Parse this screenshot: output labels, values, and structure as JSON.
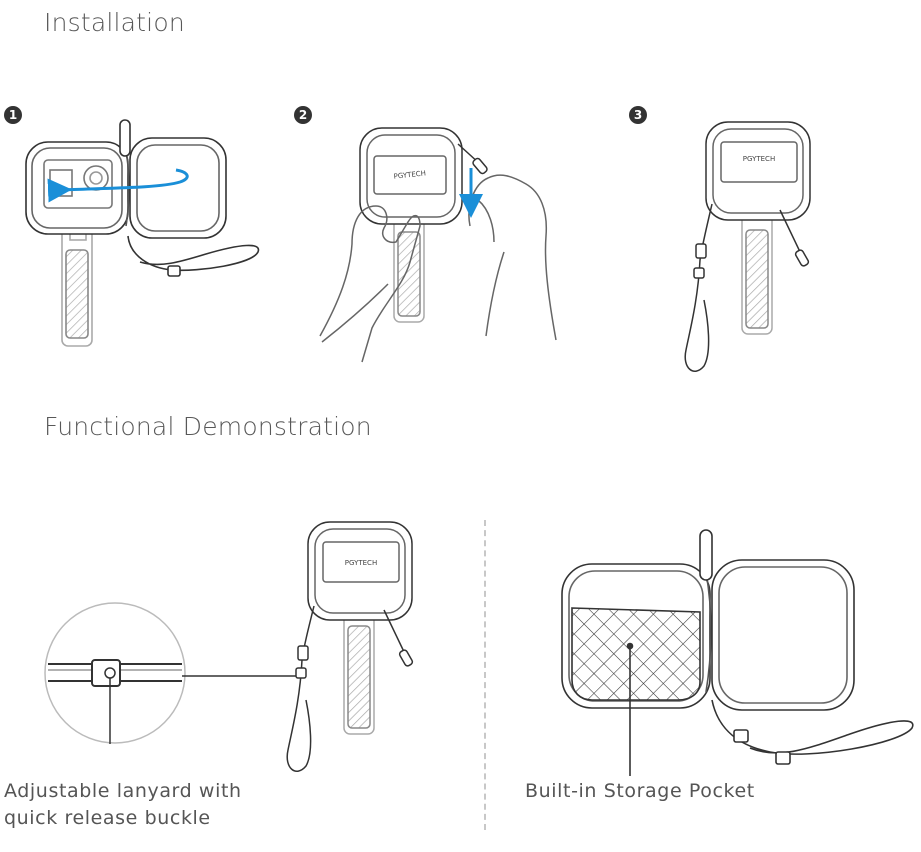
{
  "headings": {
    "installation": "Installation",
    "functional": "Functional Demonstration"
  },
  "steps": [
    "1",
    "2",
    "3"
  ],
  "brand_label": "PGYTECH",
  "captions": {
    "lanyard_line1": "Adjustable lanyard with",
    "lanyard_line2": "quick release buckle",
    "pocket": "Built-in Storage Pocket"
  },
  "colors": {
    "accent_arrow": "#1a8fd8",
    "line": "#333333",
    "heading": "#585858",
    "caption": "#555555"
  }
}
